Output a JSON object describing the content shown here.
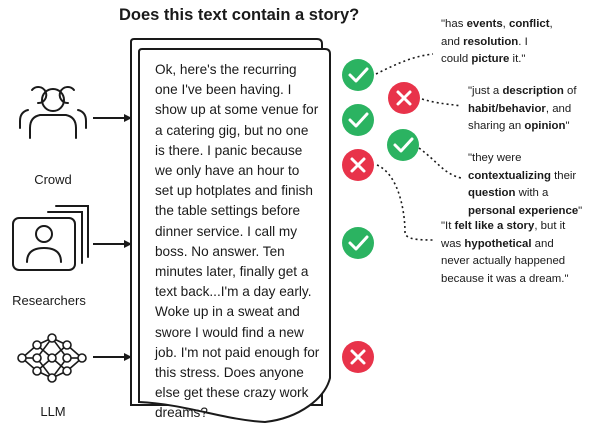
{
  "title": "Does this text contain a story?",
  "story_text": "Ok, here's the recurring one I've been having. I show up at some venue for a catering gig, but no one is there. I panic because we only have an hour to set up hotplates and finish the table settings before dinner service. I call my boss. No answer. Ten minutes later, finally get a text back...I'm a day early. Woke up in a sweat and swore I would find a new job. I'm not paid enough for this stress. Does anyone else get these crazy work dreams?",
  "sources": [
    {
      "label": "Crowd",
      "icon": "crowd-icon"
    },
    {
      "label": "Researchers",
      "icon": "researchers-icon"
    },
    {
      "label": "LLM",
      "icon": "neural-network-icon"
    }
  ],
  "verdict_colors": {
    "yes": "#2bb361",
    "no": "#e8334a"
  },
  "verdicts": {
    "crowd": [
      "yes",
      "no",
      "yes",
      "yes",
      "no"
    ],
    "researchers": [
      "yes"
    ],
    "llm": [
      "no"
    ]
  },
  "quotes": [
    {
      "parts": [
        {
          "t": "\"has "
        },
        {
          "t": "events",
          "b": true
        },
        {
          "t": ", "
        },
        {
          "t": "conflict",
          "b": true
        },
        {
          "t": ",\nand "
        },
        {
          "t": "resolution",
          "b": true
        },
        {
          "t": ". I\ncould "
        },
        {
          "t": "picture",
          "b": true
        },
        {
          "t": " it.\""
        }
      ]
    },
    {
      "parts": [
        {
          "t": "\"just a "
        },
        {
          "t": "description",
          "b": true
        },
        {
          "t": " of\n"
        },
        {
          "t": "habit/behavior",
          "b": true
        },
        {
          "t": ", and\nsharing an "
        },
        {
          "t": "opinion",
          "b": true
        },
        {
          "t": "\""
        }
      ]
    },
    {
      "parts": [
        {
          "t": "\"they were\n"
        },
        {
          "t": "contextualizing",
          "b": true
        },
        {
          "t": " their\n"
        },
        {
          "t": "question",
          "b": true
        },
        {
          "t": " with a\n"
        },
        {
          "t": "personal experience",
          "b": true
        },
        {
          "t": "\""
        }
      ]
    },
    {
      "parts": [
        {
          "t": "\"It "
        },
        {
          "t": "felt like a story",
          "b": true
        },
        {
          "t": ", but it\nwas "
        },
        {
          "t": "hypothetical",
          "b": true
        },
        {
          "t": " and\nnever actually happened\nbecause it was a dream.\""
        }
      ]
    }
  ]
}
